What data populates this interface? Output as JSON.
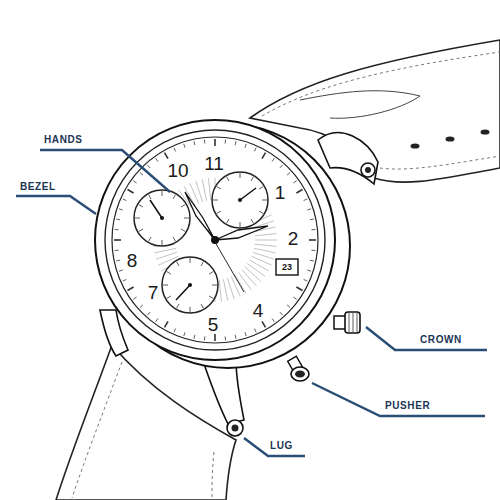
{
  "diagram": {
    "labels": [
      "HANDS",
      "BEZEL",
      "11",
      "1",
      "10",
      "2",
      "8",
      "23",
      "7",
      "4",
      "5",
      "CROWN",
      "PUSHER",
      "LUG"
    ]
  }
}
